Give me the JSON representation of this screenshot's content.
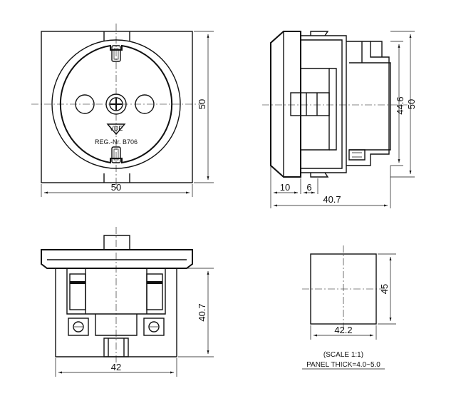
{
  "views": {
    "front": {
      "dim_width": "50",
      "dim_height": "50",
      "marking_vde": "VDE",
      "marking_reg": "REG.-Nr. B706"
    },
    "side": {
      "dim_height_outer": "50",
      "dim_height_inner": "44.6",
      "dim_flange": "10",
      "dim_step": "6",
      "dim_depth": "40.7"
    },
    "bottom": {
      "dim_width": "42",
      "dim_depth": "40.7"
    },
    "cutout": {
      "dim_width": "42.2",
      "dim_height": "45",
      "scale_note": "(SCALE 1:1)",
      "panel_note": "PANEL THICK=4.0~5.0"
    }
  }
}
